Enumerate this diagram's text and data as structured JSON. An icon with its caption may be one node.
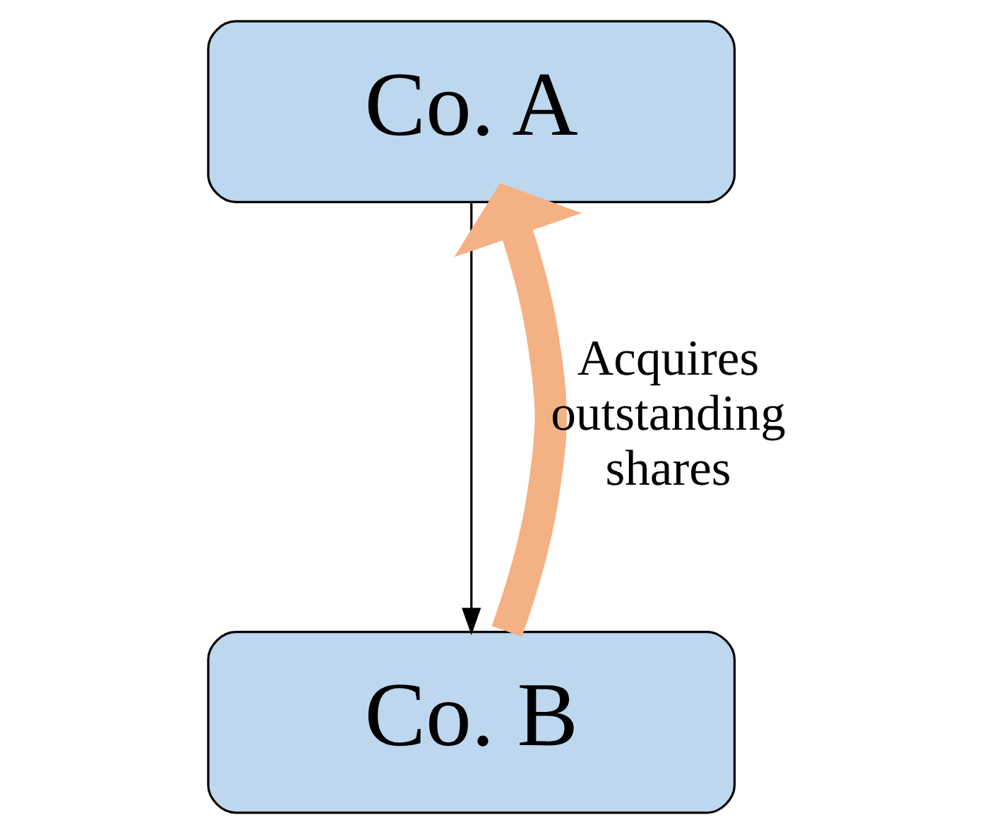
{
  "diagram": {
    "nodes": [
      {
        "text": [
          "Co. A"
        ]
      },
      {
        "text": [
          "Co. B"
        ]
      }
    ],
    "edges": [
      {
        "from": 0,
        "to": 1,
        "arrow": "to"
      },
      {
        "from": 1,
        "to": 0,
        "arrow": "to",
        "label": "Acquires outstanding shares",
        "style": "thick",
        "color": "#f4b183"
      }
    ]
  }
}
